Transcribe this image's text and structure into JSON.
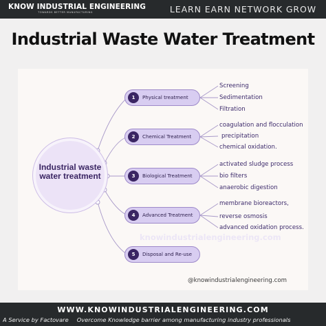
{
  "header": {
    "brand_name": "KNOW INDUSTRIAL ENGINEERING",
    "brand_tagline": "TOWARDS BETTER MANUFACTURING",
    "slogan": "LEARN  EARN  NETWORK  GROW"
  },
  "title": "Industrial Waste Water Treatment",
  "diagram": {
    "center": "Industrial waste water treatment",
    "steps": [
      {
        "number": "1",
        "label": "Physical treatment",
        "items": [
          "Screening",
          "Sedimentation",
          "Filtration"
        ]
      },
      {
        "number": "2",
        "label": "Chemical Treatment",
        "items": [
          "coagulation and flocculation",
          "precipitation",
          "chemical oxidation."
        ]
      },
      {
        "number": "3",
        "label": "Biological Treatment",
        "items": [
          "activated sludge process",
          "bio filters",
          "anaerobic digestion"
        ]
      },
      {
        "number": "4",
        "label": "Advanced Treatment",
        "items": [
          "membrane bioreactors,",
          "reverse osmosis",
          "advanced oxidation process."
        ]
      },
      {
        "number": "5",
        "label": "Disposal and Re-use",
        "items": []
      }
    ]
  },
  "watermark": "knowindustrialengineering.com",
  "handle": "@knowindustrialengineering.com",
  "footer": {
    "website": "WWW.KNOWINDUSTRIALENGINEERING.COM",
    "service": "A Service by Factovare",
    "motto": "Overcome Knowledge barrier  among manufacturing industry professionals"
  },
  "colors": {
    "bar": "#272a2c",
    "accent_dark": "#3a2563",
    "pill_fill": "#d8cdf1",
    "hub_fill": "#ece3f7",
    "connector": "#a899c9"
  }
}
